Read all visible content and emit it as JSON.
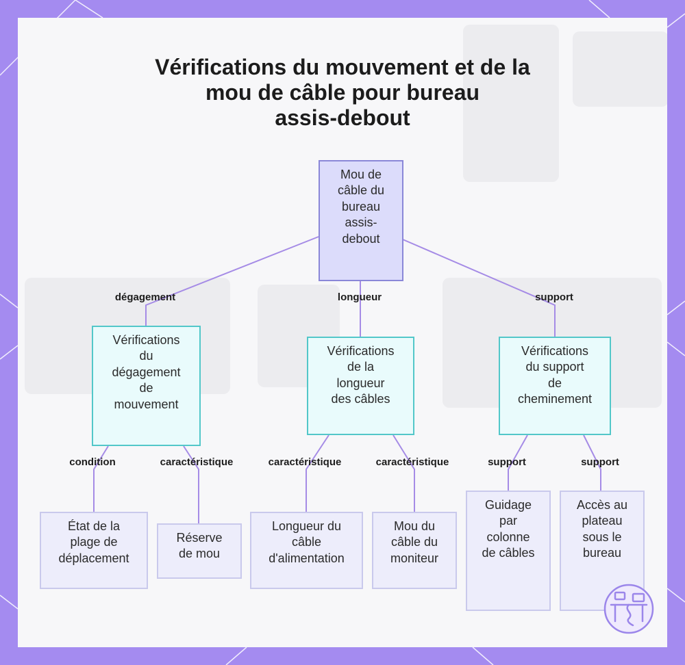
{
  "title_lines": [
    "Vérifications du mouvement et de la",
    "mou de câble pour bureau",
    "assis-debout"
  ],
  "nodes": {
    "root": "Mou de\ncâble du\nbureau\nassis-\ndebout",
    "clearance": "Vérifications\ndu\ndégagement\nde\nmouvement",
    "length": "Vérifications\nde la\nlongueur\ndes câbles",
    "support": "Vérifications\ndu support\nde\ncheminement",
    "travel": "État de la\nplage de\ndéplacement",
    "reserve": "Réserve\nde mou",
    "power": "Longueur du\ncâble\nd'alimentation",
    "monitor": "Mou du\ncâble du\nmoniteur",
    "column": "Guidage\npar\ncolonne\nde câbles",
    "underdesk": "Accès au\nplateau\nsous le\nbureau"
  },
  "edge_labels": {
    "root_clearance": "dégagement",
    "root_length": "longueur",
    "root_support": "support",
    "clearance_travel": "condition",
    "clearance_reserve": "caractéristique",
    "length_power": "caractéristique",
    "length_monitor": "caractéristique",
    "support_column": "support",
    "support_underdesk": "support"
  },
  "colors": {
    "frame": "#a48bf0",
    "edge": "#a58be6",
    "root_fill": "#dcdcfb",
    "mid_fill": "#e9fbfc",
    "leaf_fill": "#ededfb"
  },
  "icons": {
    "logo": "desk-cable-logo-icon"
  }
}
